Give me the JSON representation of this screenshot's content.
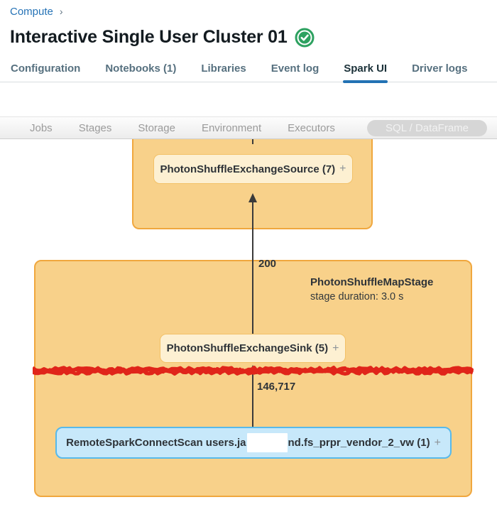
{
  "colors": {
    "link_blue": "#2673b6",
    "tab_underline": "#2272b4",
    "status_green": "#2da160",
    "stage_fill": "#f8d18a",
    "stage_border": "#f0a73e",
    "node_fill": "#fdf0d2",
    "node_border": "#f3c167",
    "scan_fill": "#c7e8fa",
    "scan_border": "#57b9eb",
    "scribble_red": "#e0251a",
    "arrow": "#3a3a3a"
  },
  "breadcrumb": {
    "label": "Compute",
    "chevron": "›"
  },
  "header": {
    "title": "Interactive Single User Cluster 01",
    "status_icon": "green-check-circle"
  },
  "tabs": [
    {
      "label": "Configuration",
      "active": false
    },
    {
      "label": "Notebooks (1)",
      "active": false
    },
    {
      "label": "Libraries",
      "active": false
    },
    {
      "label": "Event log",
      "active": false
    },
    {
      "label": "Spark UI",
      "active": true
    },
    {
      "label": "Driver logs",
      "active": false
    }
  ],
  "spark_ui": {
    "subtabs": [
      {
        "label": "Jobs",
        "selected": false
      },
      {
        "label": "Stages",
        "selected": false
      },
      {
        "label": "Storage",
        "selected": false
      },
      {
        "label": "Environment",
        "selected": false
      },
      {
        "label": "Executors",
        "selected": false
      },
      {
        "label": "SQL / DataFrame",
        "selected": true
      }
    ],
    "dag": {
      "upper_stage": {
        "source_node": {
          "label": "PhotonShuffleExchangeSource (7)",
          "expand": "+"
        }
      },
      "map_stage": {
        "name": "PhotonShuffleMapStage",
        "duration": "stage duration: 3.0 s",
        "sink_node": {
          "label": "PhotonShuffleExchangeSink (5)",
          "expand": "+"
        },
        "scan_node": {
          "label_prefix": "RemoteSparkConnectScan users.ja",
          "label_redacted": true,
          "label_suffix": "nd.fs_prpr_vendor_2_vw (1)",
          "expand": "+"
        }
      },
      "edges": [
        {
          "label": "200",
          "from": "PhotonShuffleExchangeSink (5)",
          "to": "PhotonShuffleExchangeSource (7)"
        },
        {
          "label": "146,717",
          "from": "RemoteSparkConnectScan",
          "to": "PhotonShuffleExchangeSink (5)"
        }
      ]
    }
  }
}
